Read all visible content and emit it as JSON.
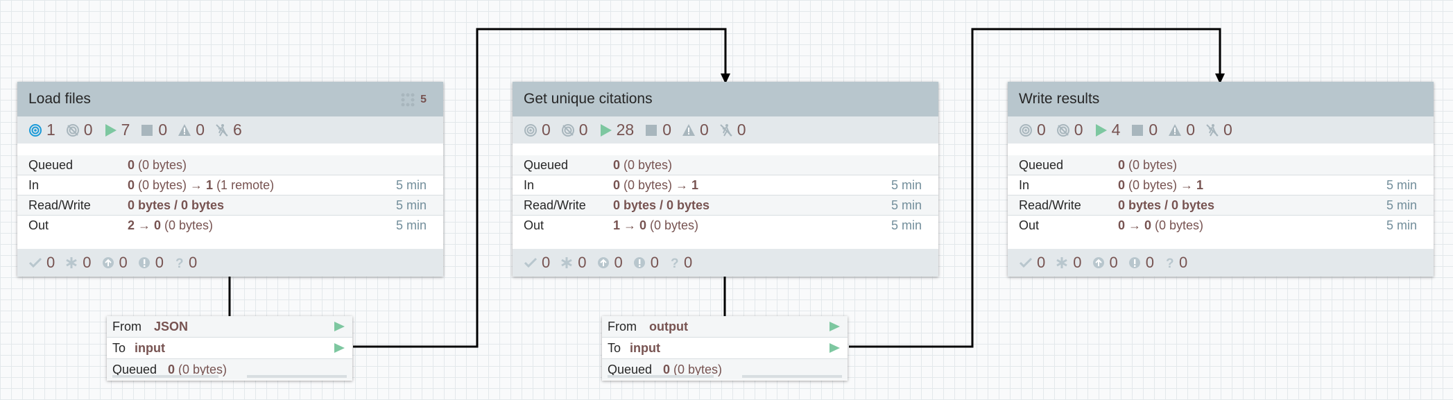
{
  "groups": [
    {
      "title": "Load files",
      "version_count": "5",
      "stats": {
        "transmitting": "1",
        "not_transmitting": "0",
        "running": "7",
        "stopped": "0",
        "invalid": "0",
        "disabled": "6"
      },
      "rows": [
        {
          "label": "Queued",
          "value_bold": "0",
          "value_rest": " (0 bytes)",
          "time": ""
        },
        {
          "label": "In",
          "value_bold": "0",
          "value_rest": " (0 bytes) → ",
          "value_bold2": "1",
          "value_rest2": " (1 remote)",
          "time": "5 min"
        },
        {
          "label": "Read/Write",
          "value_bold": "0 bytes / 0 bytes",
          "value_rest": "",
          "time": "5 min"
        },
        {
          "label": "Out",
          "value_bold": "2 → 0",
          "value_rest": " (0 bytes)",
          "time": "5 min"
        }
      ],
      "status": {
        "up_to_date": "0",
        "locally_modified": "0",
        "stale": "0",
        "sync_failure": "0",
        "unknown": "0"
      }
    },
    {
      "title": "Get unique citations",
      "stats": {
        "transmitting": "0",
        "not_transmitting": "0",
        "running": "28",
        "stopped": "0",
        "invalid": "0",
        "disabled": "0"
      },
      "rows": [
        {
          "label": "Queued",
          "value_bold": "0",
          "value_rest": " (0 bytes)",
          "time": ""
        },
        {
          "label": "In",
          "value_bold": "0",
          "value_rest": " (0 bytes) → ",
          "value_bold2": "1",
          "value_rest2": "",
          "time": "5 min"
        },
        {
          "label": "Read/Write",
          "value_bold": "0 bytes / 0 bytes",
          "value_rest": "",
          "time": "5 min"
        },
        {
          "label": "Out",
          "value_bold": "1 → 0",
          "value_rest": " (0 bytes)",
          "time": "5 min"
        }
      ],
      "status": {
        "up_to_date": "0",
        "locally_modified": "0",
        "stale": "0",
        "sync_failure": "0",
        "unknown": "0"
      }
    },
    {
      "title": "Write results",
      "stats": {
        "transmitting": "0",
        "not_transmitting": "0",
        "running": "4",
        "stopped": "0",
        "invalid": "0",
        "disabled": "0"
      },
      "rows": [
        {
          "label": "Queued",
          "value_bold": "0",
          "value_rest": " (0 bytes)",
          "time": ""
        },
        {
          "label": "In",
          "value_bold": "0",
          "value_rest": " (0 bytes) → ",
          "value_bold2": "1",
          "value_rest2": "",
          "time": "5 min"
        },
        {
          "label": "Read/Write",
          "value_bold": "0 bytes / 0 bytes",
          "value_rest": "",
          "time": "5 min"
        },
        {
          "label": "Out",
          "value_bold": "0 → 0",
          "value_rest": " (0 bytes)",
          "time": "5 min"
        }
      ],
      "status": {
        "up_to_date": "0",
        "locally_modified": "0",
        "stale": "0",
        "sync_failure": "0",
        "unknown": "0"
      }
    }
  ],
  "connections": [
    {
      "from_label": "From",
      "from_value": "JSON",
      "to_label": "To",
      "to_value": "input",
      "queued_label": "Queued",
      "queued_bold": "0",
      "queued_rest": " (0 bytes)"
    },
    {
      "from_label": "From",
      "from_value": "output",
      "to_label": "To",
      "to_value": "input",
      "queued_label": "Queued",
      "queued_bold": "0",
      "queued_rest": " (0 bytes)"
    }
  ],
  "colors": {
    "header": "#b8c6cd",
    "bar": "#e3e8eb",
    "value": "#775351",
    "running": "#7dc7a0",
    "transmitting": "#1a9ad8",
    "muted": "#a8b6bd",
    "time": "#728e9b"
  }
}
